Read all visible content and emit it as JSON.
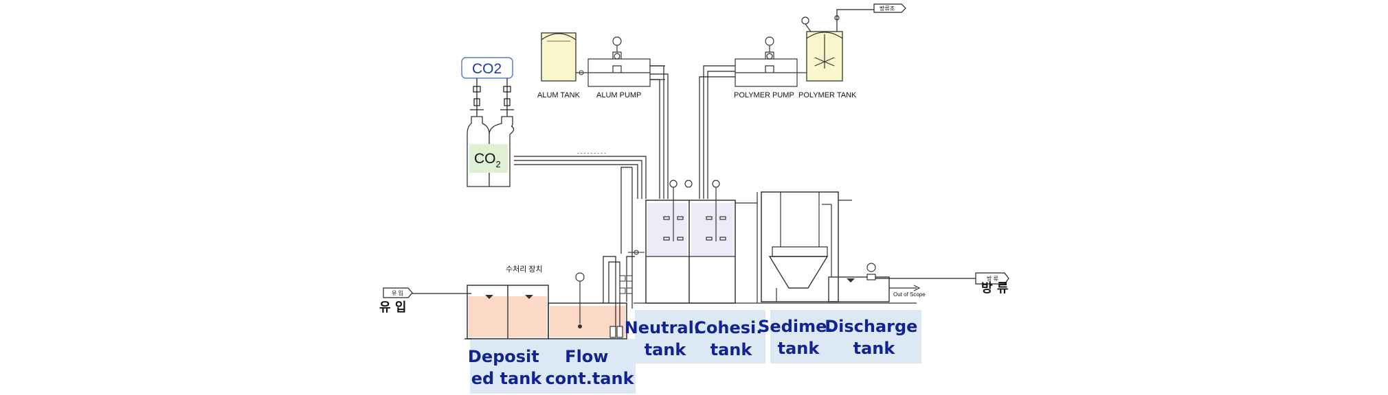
{
  "labels": {
    "co2_box": "CO2",
    "co2_cylinder": "CO",
    "co2_cylinder_sub": "2",
    "alum_tank": "ALUM TANK",
    "alum_pump": "ALUM PUMP",
    "polymer_pump": "POLYMER PUMP",
    "polymer_tank": "POLYMER TANK",
    "inflow": "유 입",
    "inflow_small": "유 입",
    "outflow": "방 류",
    "outflow_small": "방 류",
    "top_right_tag": "방류조",
    "treatment_device": "수처리 장치",
    "out_of_scope": "Out of Scope"
  },
  "tank_labels": [
    {
      "line1": "Deposit",
      "line2": "ed tank"
    },
    {
      "line1": "Flow",
      "line2": "cont.tank"
    },
    {
      "line1": "Neutral.",
      "line2": "tank"
    },
    {
      "line1": "Cohesi.",
      "line2": "tank"
    },
    {
      "line1": "Sedime.",
      "line2": "tank"
    },
    {
      "line1": "Discharge",
      "line2": "tank"
    }
  ],
  "colors": {
    "label_bg": "#dce9f5",
    "label_text": "#11238f",
    "deposit_fill": "#fbd9c6",
    "chem_tank_fill": "#fbf7cc",
    "mix_tank_fill": "#ecebf7",
    "co2_label_bg": "#dff0d5",
    "co2_box_border": "#5a7ec4"
  }
}
